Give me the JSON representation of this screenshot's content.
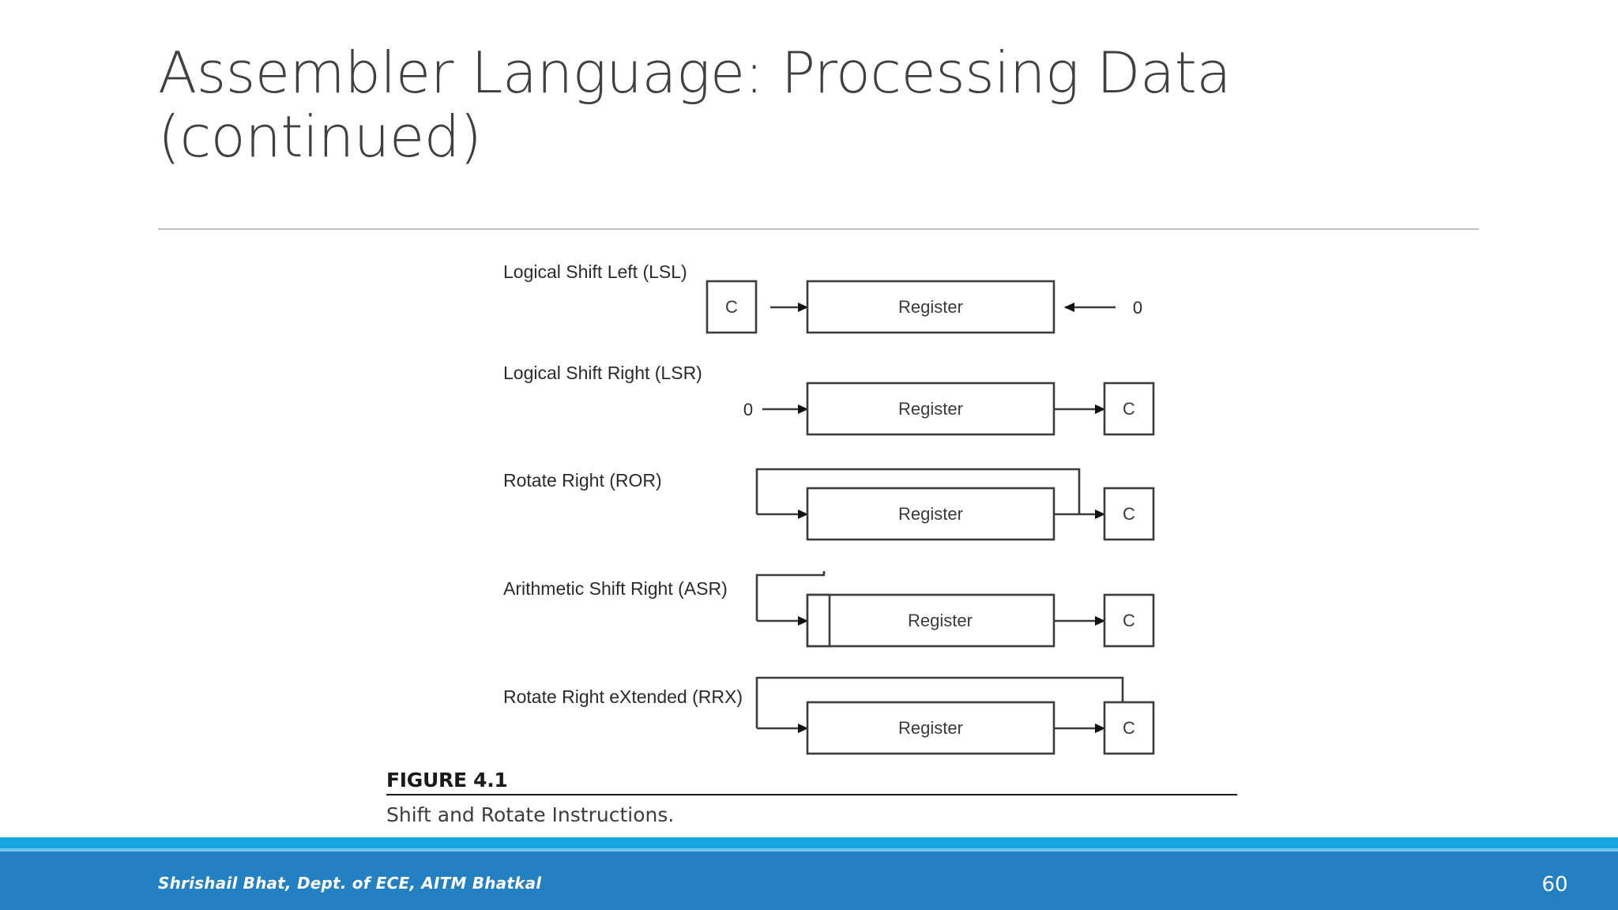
{
  "slide": {
    "title": "Assembler Language: Processing Data (continued)",
    "accent_color": "#2280C3",
    "accent_light_color": "#16A6DF",
    "title_color": "#404040"
  },
  "figure": {
    "caption_number": "FIGURE 4.1",
    "caption_text": "Shift and Rotate Instructions.",
    "register_label": "Register",
    "carry_label": "C",
    "zero_label": "0",
    "rows": [
      {
        "id": "lsl",
        "label": "Logical Shift Left (LSL)",
        "carry_side": "left",
        "input_label": "0",
        "input_side": "right",
        "feedback": "none"
      },
      {
        "id": "lsr",
        "label": "Logical Shift Right (LSR)",
        "carry_side": "right",
        "input_label": "0",
        "input_side": "left",
        "feedback": "none"
      },
      {
        "id": "ror",
        "label": "Rotate Right (ROR)",
        "carry_side": "right",
        "input_label": "",
        "input_side": "none",
        "feedback": "register-output-to-input"
      },
      {
        "id": "asr",
        "label": "Arithmetic Shift Right (ASR)",
        "carry_side": "right",
        "input_label": "",
        "input_side": "none",
        "feedback": "msb-to-input"
      },
      {
        "id": "rrx",
        "label": "Rotate Right eXtended (RRX)",
        "carry_side": "right",
        "input_label": "",
        "input_side": "none",
        "feedback": "carry-to-input"
      }
    ]
  },
  "footer": {
    "credit": "Shrishail Bhat, Dept. of ECE, AITM Bhatkal",
    "page_number": "60"
  }
}
